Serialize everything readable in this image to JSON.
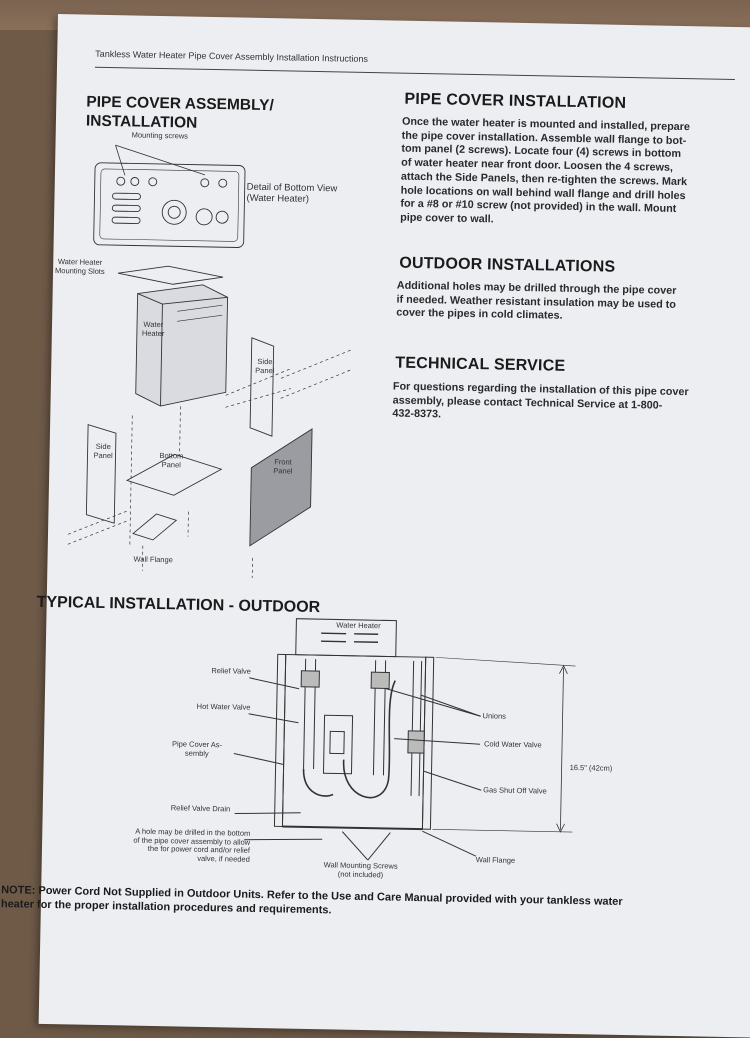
{
  "header": {
    "doc_title": "Tankless Water Heater Pipe Cover Assembly Installation Instructions"
  },
  "left_section": {
    "heading_line1": "PIPE COVER ASSEMBLY/",
    "heading_line2": "INSTALLATION",
    "labels": {
      "mounting_screws": "Mounting screws",
      "detail_line1": "Detail of Bottom View",
      "detail_line2": "(Water Heater)",
      "mounting_slots_line1": "Water Heater",
      "mounting_slots_line2": "Mounting Slots",
      "water_heater_line1": "Water",
      "water_heater_line2": "Heater",
      "side_panel_right_line1": "Side",
      "side_panel_right_line2": "Panel",
      "side_panel_left_line1": "Side",
      "side_panel_left_line2": "Panel",
      "bottom_panel_line1": "Bottom",
      "bottom_panel_line2": "Panel",
      "front_panel_line1": "Front",
      "front_panel_line2": "Panel",
      "wall_flange": "Wall Flange"
    }
  },
  "right_section": {
    "pipe_cover_installation": {
      "heading": "PIPE COVER INSTALLATION",
      "lines": [
        "Once the water heater is mounted and installed, prepare",
        "the pipe cover installation.  Assemble wall flange to bot-",
        "tom panel (2 screws). Locate four (4) screws in bottom",
        "of water heater near front door.  Loosen the 4 screws,",
        "attach the Side Panels, then re-tighten the screws.  Mark",
        "hole locations on wall behind wall flange and drill holes",
        "for a #8 or #10 screw (not provided) in the wall.  Mount",
        "pipe cover to wall."
      ]
    },
    "outdoor_installations": {
      "heading": "OUTDOOR INSTALLATIONS",
      "lines": [
        "Additional holes may be drilled through the pipe cover",
        "if needed.  Weather resistant insulation may be used to",
        "cover the pipes in cold climates."
      ]
    },
    "technical_service": {
      "heading": "TECHNICAL SERVICE",
      "lines": [
        "For questions regarding the installation of this pipe cover",
        "assembly, please contact Technical Service at 1-800-",
        "432-8373."
      ]
    }
  },
  "typical_section": {
    "heading": "TYPICAL INSTALLATION - OUTDOOR",
    "labels": {
      "water_heater": "Water Heater",
      "relief_valve": "Relief Valve",
      "hot_water_valve": "Hot Water Valve",
      "pipe_cover_line1": "Pipe Cover As-",
      "pipe_cover_line2": "sembly",
      "relief_valve_drain": "Relief Valve Drain",
      "hole_note_line1": "A hole may be drilled in the bottom",
      "hole_note_line2": "of the pipe cover assembly to allow",
      "hole_note_line3": "the for power cord and/or relief",
      "hole_note_line4": "valve, if needed",
      "unions": "Unions",
      "cold_water_valve": "Cold Water Valve",
      "gas_shut_off_valve": "Gas Shut Off Valve",
      "dimension": "16.5\" (42cm)",
      "wall_flange": "Wall Flange",
      "wall_mounting_screws_line1": "Wall Mounting Screws",
      "wall_mounting_screws_line2": "(not included)"
    }
  },
  "note": {
    "line1": "NOTE: Power Cord Not Supplied in Outdoor Units.  Refer to the Use and Care Manual provided with your tankless water",
    "line2": "heater for the proper installation procedures and requirements."
  }
}
